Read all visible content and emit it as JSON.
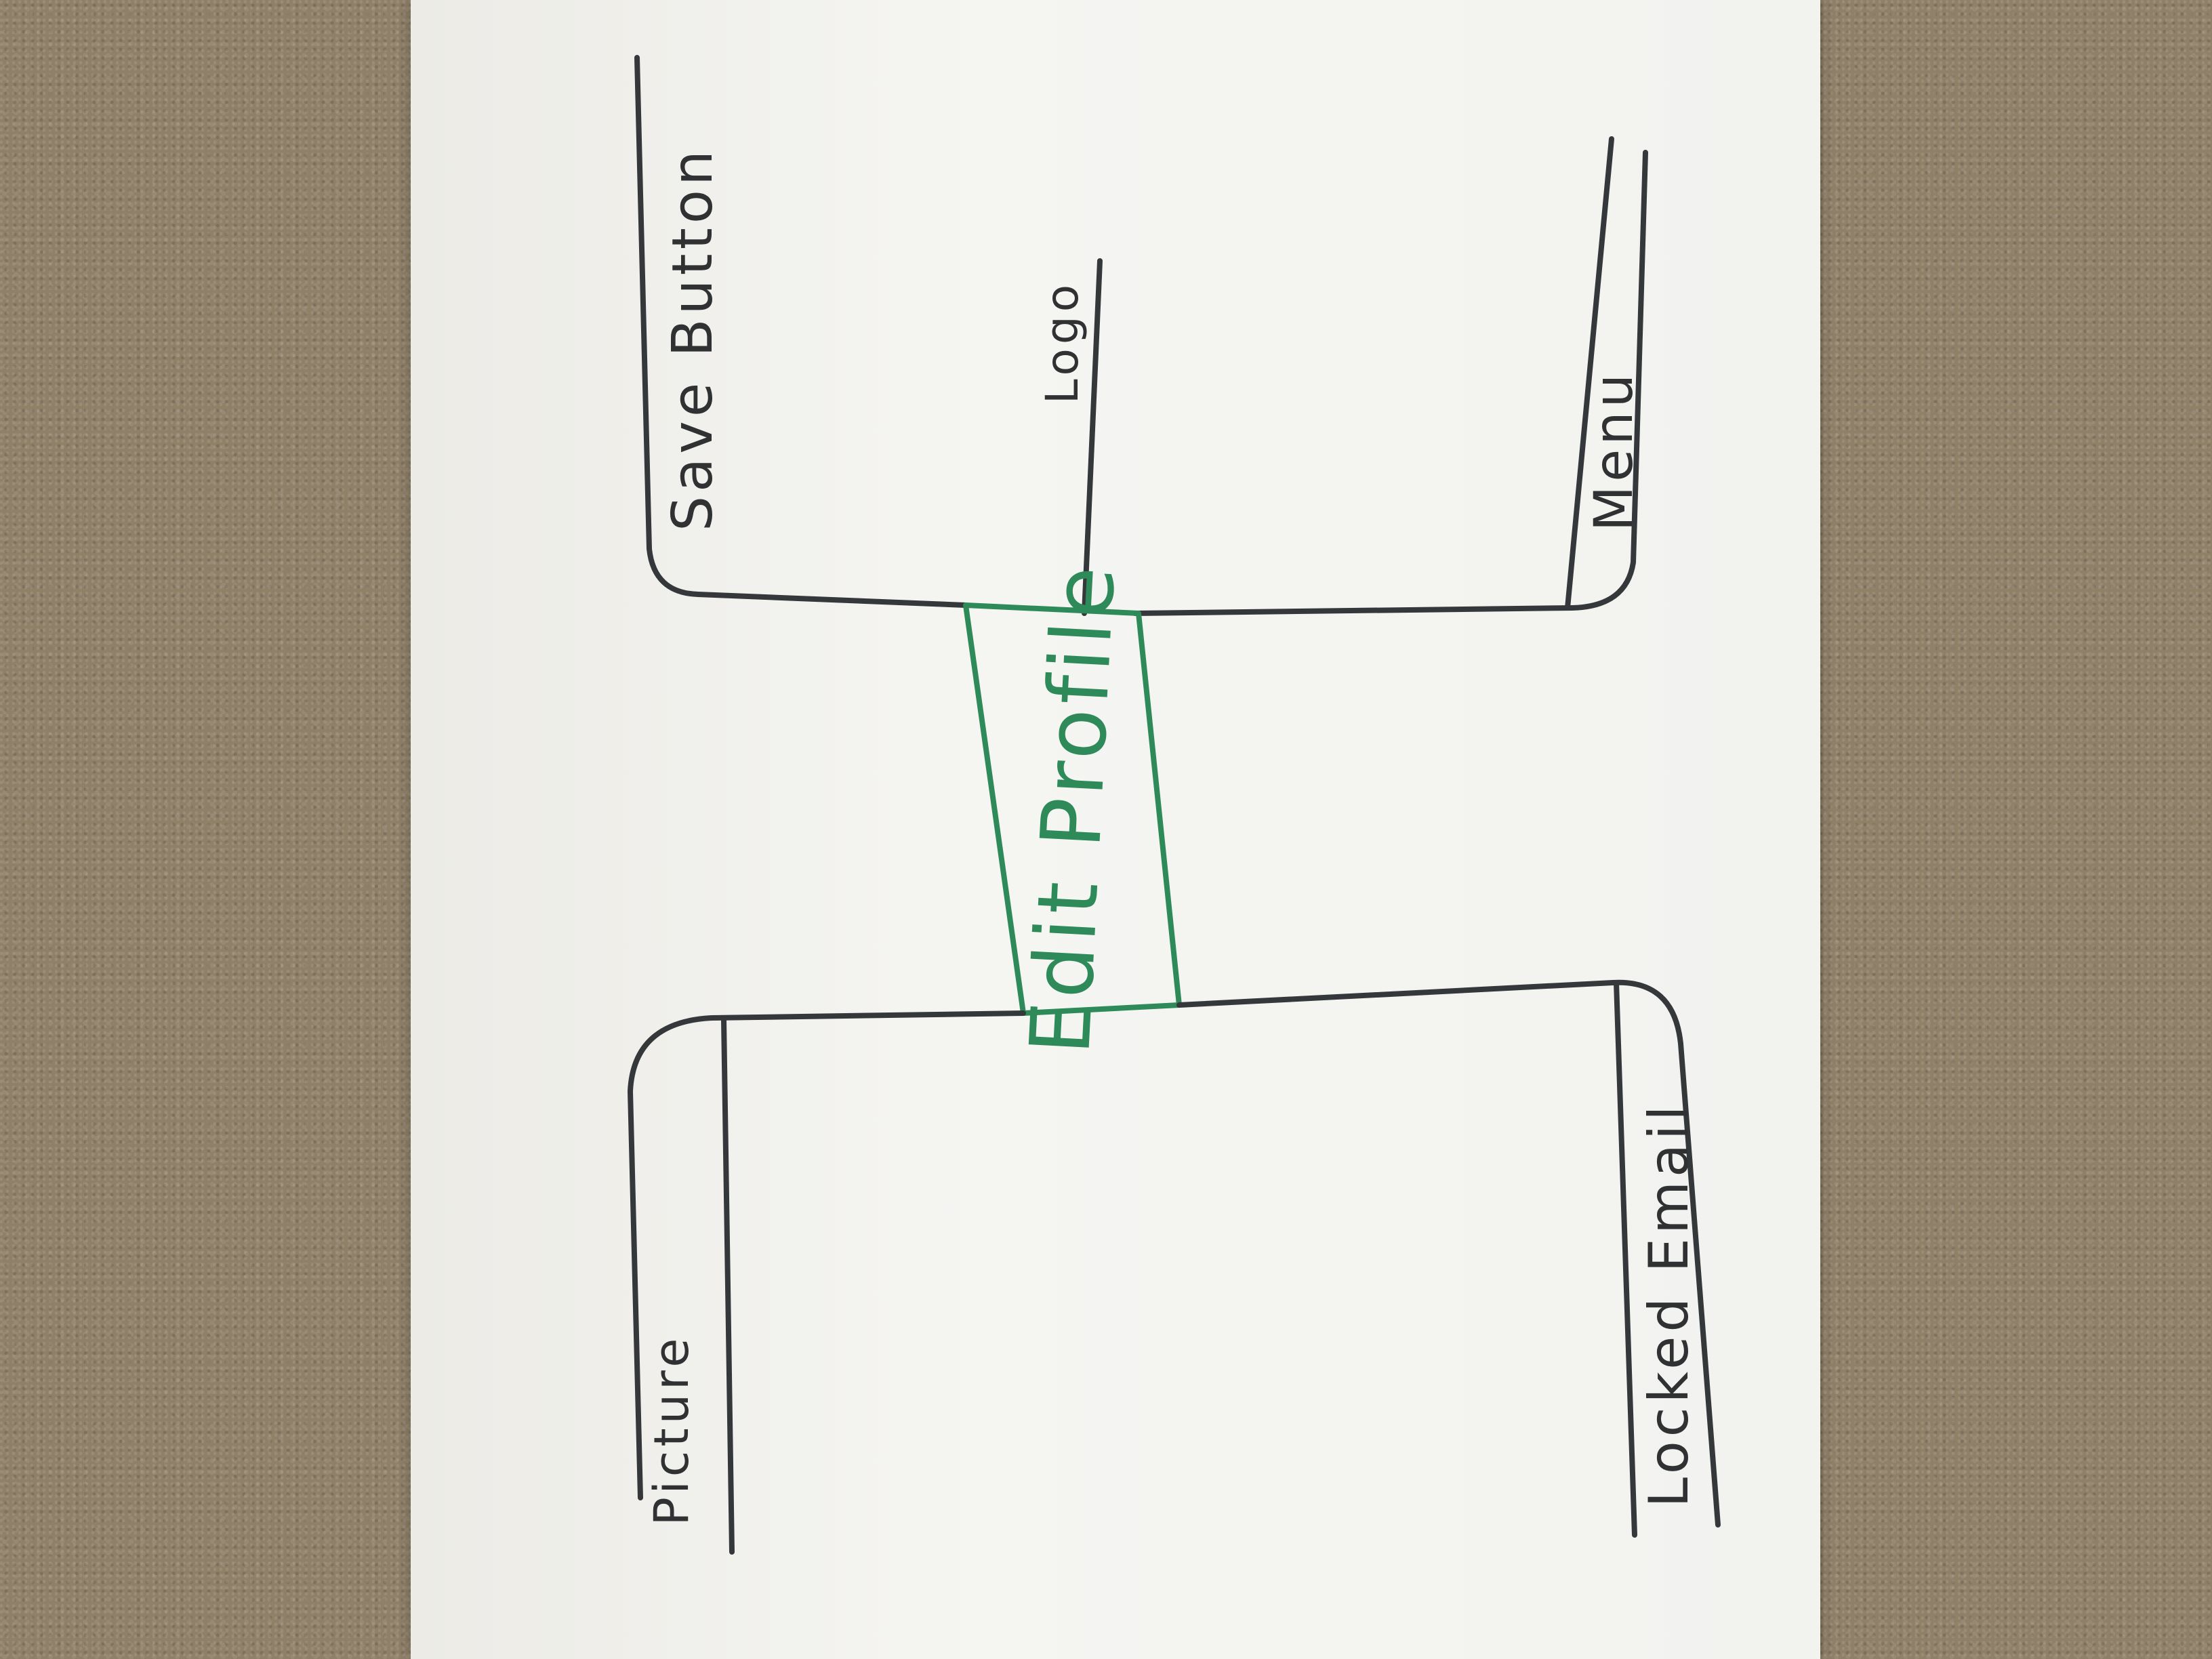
{
  "sketch": {
    "title": "Edit Profile",
    "labels": {
      "save_button": "Save Button",
      "logo": "Logo",
      "menu": "Menu",
      "picture": "Picture",
      "locked_email": "Locked Email"
    }
  },
  "colors": {
    "paper": "#f3f3f0",
    "ink": "#35383a",
    "accent_green": "#2f8a5a",
    "carpet": "#8f8068"
  }
}
